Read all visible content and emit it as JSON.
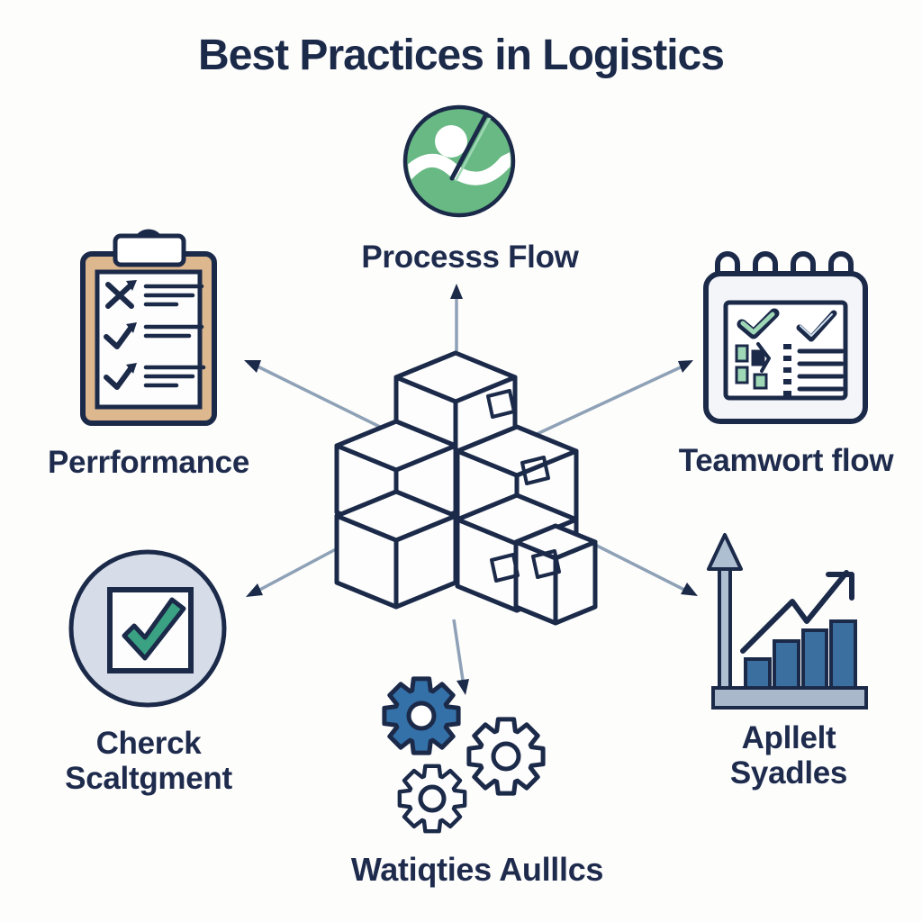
{
  "title": "Best Practices in Logistics",
  "center": {
    "name": "stacked-boxes",
    "description_icon": "stacked-boxes-graphic"
  },
  "nodes": {
    "top": {
      "label": "Processs Flow",
      "icon": "process-flow-icon"
    },
    "left_upper": {
      "label": "Perrformance",
      "icon": "clipboard-checklist-icon"
    },
    "right_upper": {
      "label": "Teamwort flow",
      "icon": "calendar-tasks-icon"
    },
    "left_lower": {
      "label_line1": "Cherck",
      "label_line2": "Scaltgment",
      "icon": "checkbox-circle-icon"
    },
    "bottom": {
      "label": "Watiqties Aulllcs",
      "icon": "gears-icon"
    },
    "right_lower": {
      "label_line1": "Apllelt",
      "label_line2": "Syadles",
      "icon": "bar-chart-growth-icon"
    }
  },
  "arrows": [
    "up",
    "up-left",
    "up-right",
    "down-left",
    "down-right",
    "down"
  ],
  "colors": {
    "navy": "#1c2a4a",
    "text": "#1e2b4d",
    "background": "#fdfdfc",
    "white": "#ffffff",
    "paper": "#fdfdfd",
    "green": "#68b983",
    "green_light": "#9fd8b6",
    "tan": "#ddb88f",
    "circle_fill": "#d6dde9",
    "teal_check": "#3ba183",
    "gear_blue": "#3471a8",
    "bar_blue": "#3b6f9f",
    "arrow_line": "#8ea1b6",
    "axis_fill": "#aebfd2",
    "base_fill": "#a9b9cb",
    "calendar_body": "#f3f5f8"
  }
}
